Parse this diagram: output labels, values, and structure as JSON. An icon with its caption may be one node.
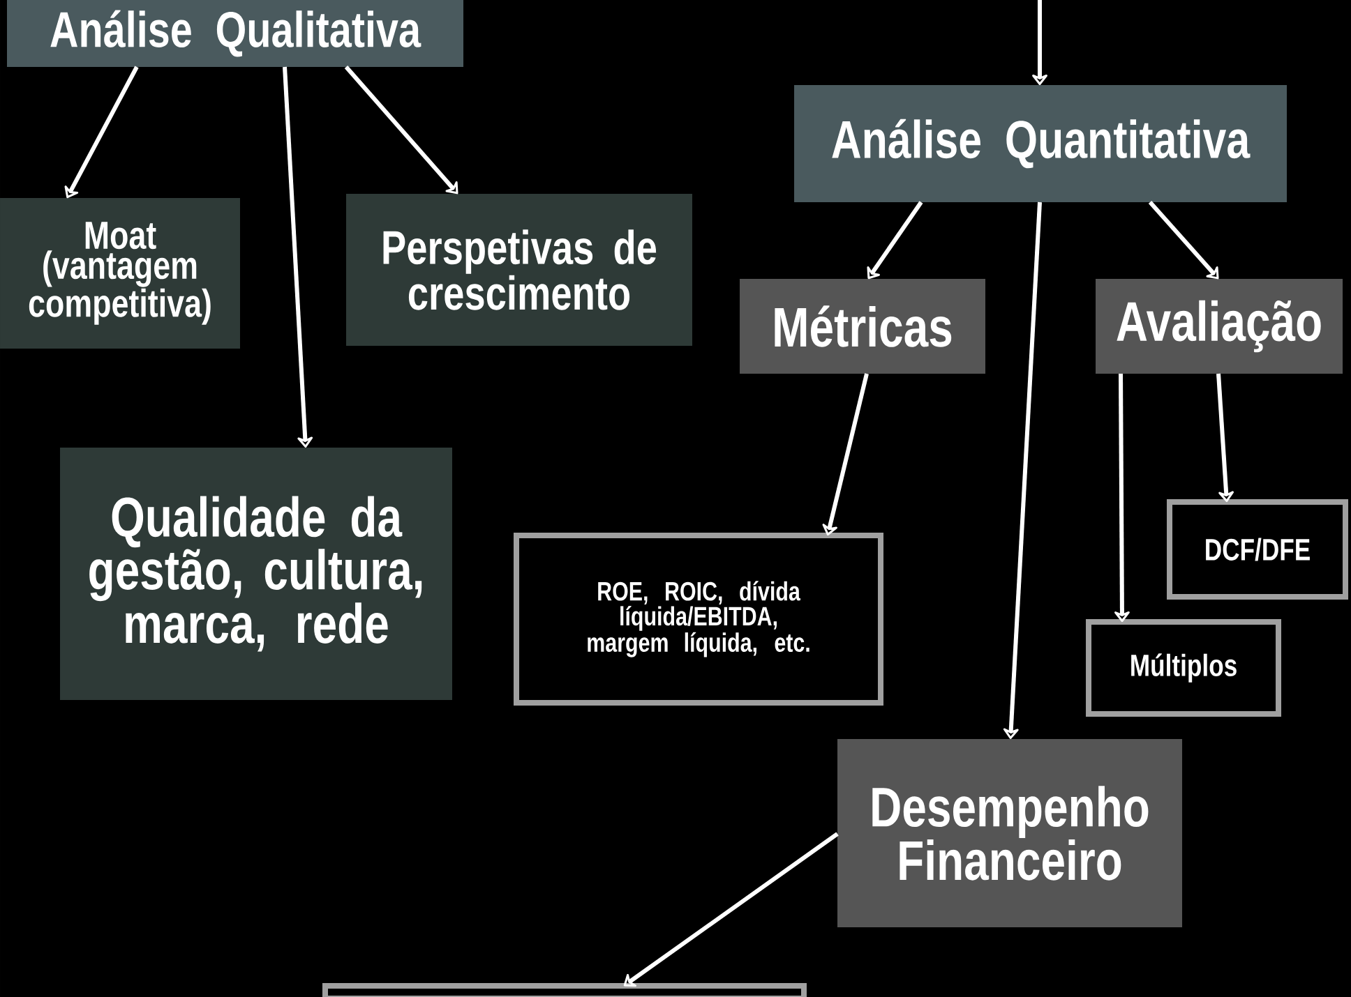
{
  "diagram": {
    "nodes": [
      {
        "text": [
          "Análise Qualitativa"
        ]
      },
      {
        "text": [
          "Moat (vantagem competitiva)"
        ]
      },
      {
        "text": [
          "Perspetivas de crescimento"
        ]
      },
      {
        "text": [
          "Qualidade da gestão, cultura, marca, rede"
        ]
      },
      {
        "text": [
          "Análise Quantitativa"
        ]
      },
      {
        "text": [
          "Métricas"
        ]
      },
      {
        "text": [
          "Avaliação"
        ]
      },
      {
        "text": [
          "ROE, ROIC, dívida líquida/EBITDA, margem líquida, etc."
        ]
      },
      {
        "text": [
          "DCF/DFE"
        ]
      },
      {
        "text": [
          "Múltiplos"
        ]
      },
      {
        "text": [
          "Desempenho Financeiro"
        ]
      },
      {
        "text": [],
        "shape": "box"
      }
    ],
    "edges": [
      {
        "from": 0,
        "to": 1,
        "arrow": "to"
      },
      {
        "from": 0,
        "to": 3,
        "arrow": "to"
      },
      {
        "from": 0,
        "to": 2,
        "arrow": "to"
      },
      {
        "from": null,
        "to": 4,
        "arrow": "to"
      },
      {
        "from": 4,
        "to": 5,
        "arrow": "to"
      },
      {
        "from": 4,
        "to": 10,
        "arrow": "to"
      },
      {
        "from": 4,
        "to": 6,
        "arrow": "to"
      },
      {
        "from": 5,
        "to": 7,
        "arrow": "to"
      },
      {
        "from": 6,
        "to": 9,
        "arrow": "to"
      },
      {
        "from": 6,
        "to": 8,
        "arrow": "to"
      },
      {
        "from": 10,
        "to": 11,
        "arrow": "to"
      }
    ]
  }
}
